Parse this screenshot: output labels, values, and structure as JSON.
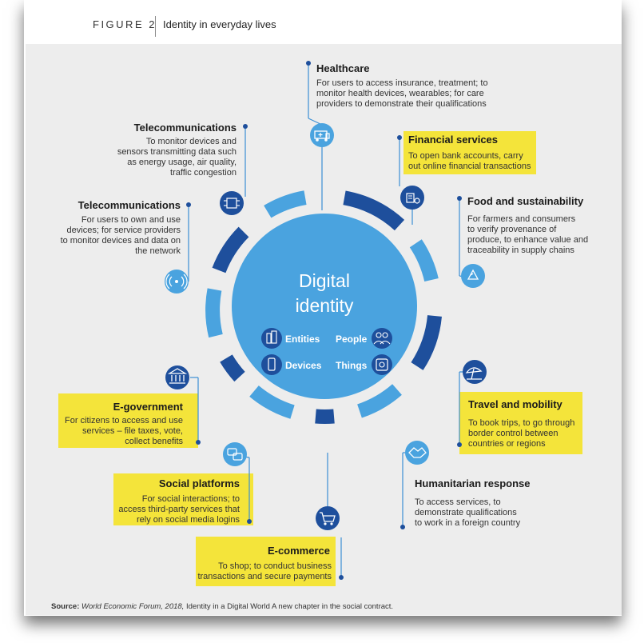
{
  "figure": {
    "label": "FIGURE 2",
    "title": "Identity in everyday lives"
  },
  "center": {
    "title_line1": "Digital",
    "title_line2": "identity",
    "items": [
      "Entities",
      "People",
      "Devices",
      "Things"
    ]
  },
  "sectors": {
    "healthcare": {
      "title": "Healthcare",
      "desc": [
        "For users to access insurance, treatment; to",
        "monitor health devices, wearables; for care",
        "providers to demonstrate their qualifications"
      ],
      "icon": "ambulance-icon"
    },
    "financial": {
      "title": "Financial services",
      "desc": [
        "To open bank accounts, carry",
        "out online financial transactions"
      ],
      "icon": "bank-coins-icon"
    },
    "food": {
      "title": "Food and sustainability",
      "desc": [
        "For farmers and consumers",
        "to verify provenance of",
        "produce, to enhance value and",
        "traceability in supply chains"
      ],
      "icon": "recycle-icon"
    },
    "travel": {
      "title": "Travel and mobility",
      "desc": [
        "To book trips, to go through",
        "border control between",
        "countries or regions"
      ],
      "icon": "beach-umbrella-icon"
    },
    "humanitarian": {
      "title": "Humanitarian response",
      "desc": [
        "To access services, to",
        "demonstrate qualifications",
        "to work in a foreign country"
      ],
      "icon": "handshake-icon"
    },
    "ecommerce": {
      "title": "E-commerce",
      "desc": [
        "To shop; to conduct business",
        "transactions and secure payments"
      ],
      "icon": "cart-icon"
    },
    "social": {
      "title": "Social platforms",
      "desc": [
        "For social interactions; to",
        "access third-party services that",
        "rely on social media logins"
      ],
      "icon": "chat-icon"
    },
    "egov": {
      "title": "E-government",
      "desc": [
        "For citizens to access and use",
        "services – file taxes, vote,",
        "collect benefits"
      ],
      "icon": "government-building-icon"
    },
    "telecom1": {
      "title": "Telecommunications",
      "desc": [
        "For users to own and use",
        "devices; for service providers",
        "to monitor devices and data on",
        "the network"
      ],
      "icon": "antenna-icon"
    },
    "telecom2": {
      "title": "Telecommunications",
      "desc": [
        "To monitor devices and",
        "sensors transmitting data such",
        "as energy usage, air quality,",
        "traffic congestion"
      ],
      "icon": "circuit-icon"
    }
  },
  "colors": {
    "dark_blue": "#1e4f9c",
    "light_blue": "#4aa3df",
    "mid_blue": "#3b8fd4",
    "yellow": "#f4e43a",
    "panel": "#ededed"
  },
  "source": {
    "label": "Source:",
    "org": "World Economic Forum, 2018,",
    "rest": "Identity in a Digital World A new chapter in the social contract."
  }
}
